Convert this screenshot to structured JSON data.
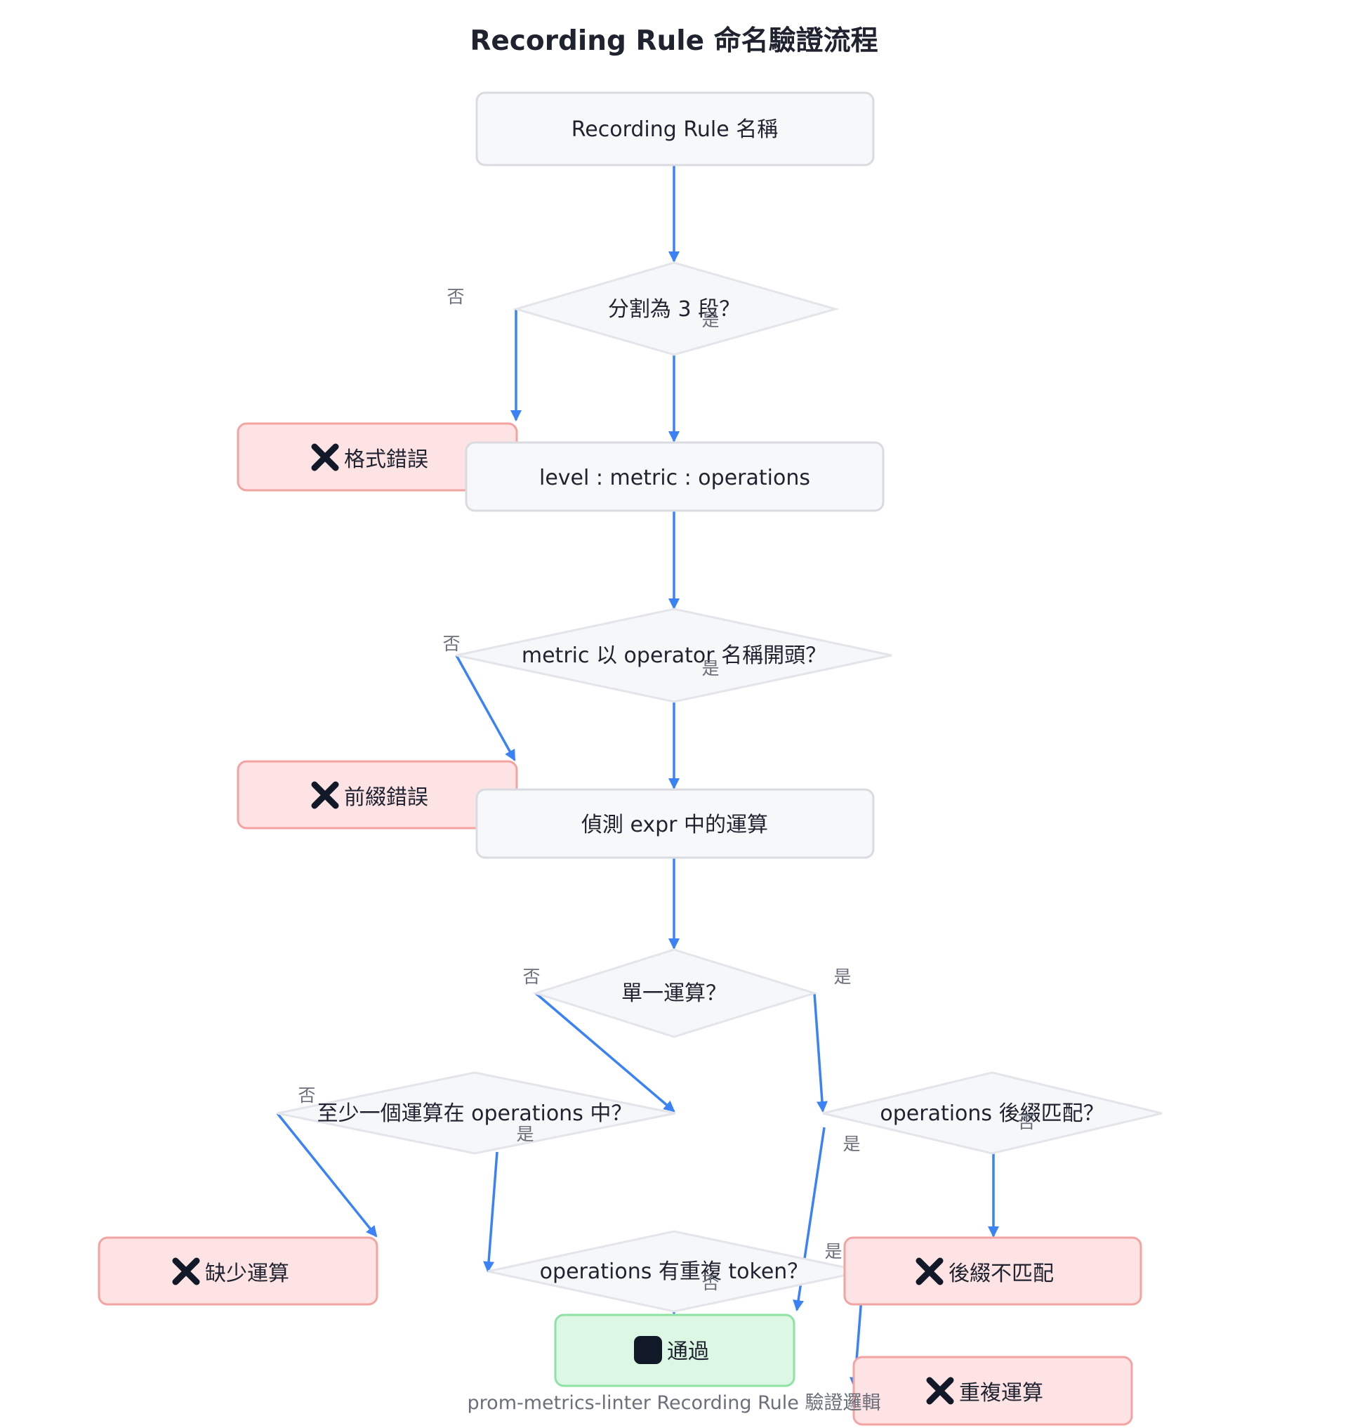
{
  "title": "Recording Rule 命名驗證流程",
  "caption": "prom-metrics-linter Recording Rule 驗證邏輯",
  "colors": {
    "edge": "#3b82f6",
    "neutral_fill": "#f7f8fa",
    "error_fill": "#fde3e3",
    "error_stroke": "#f4a3a3",
    "success_fill": "#dcf7e3",
    "success_stroke": "#8ee2a4"
  },
  "nodes": {
    "start": {
      "label": "Recording Rule 名稱"
    },
    "split_check": {
      "label": "分割為 3 段？"
    },
    "format_error": {
      "icon": "x-icon",
      "label": "格式錯誤"
    },
    "structure": {
      "label": "level : metric : operations"
    },
    "prefix_check": {
      "label": "metric 以 operator 名稱開頭？"
    },
    "prefix_error": {
      "icon": "x-icon",
      "label": "前綴錯誤"
    },
    "detect_ops": {
      "label": "偵測 expr 中的運算"
    },
    "single_op_check": {
      "label": "單一運算？"
    },
    "at_least_one_check": {
      "label": "至少一個運算在 operations 中？"
    },
    "suffix_check": {
      "label": "operations 後綴匹配？"
    },
    "missing_op_error": {
      "icon": "x-icon",
      "label": "缺少運算"
    },
    "duplicate_check": {
      "label": "operations 有重複 token？"
    },
    "suffix_error": {
      "icon": "x-icon",
      "label": "後綴不匹配"
    },
    "pass": {
      "icon": "stop-icon",
      "label": "通過"
    },
    "duplicate_error": {
      "icon": "x-icon",
      "label": "重複運算"
    }
  },
  "edge_labels": {
    "yes": "是",
    "no": "否"
  }
}
